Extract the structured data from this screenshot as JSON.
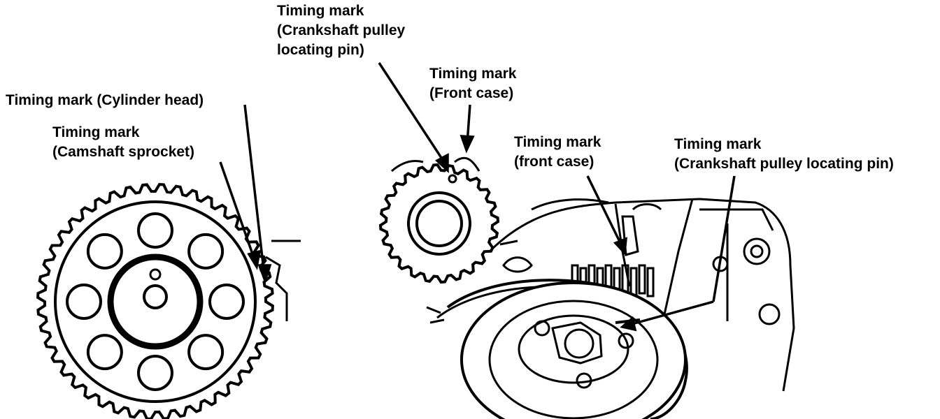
{
  "labels": {
    "cam_cylinder_head": "Timing mark (Cylinder head)",
    "cam_sprocket": [
      "Timing mark",
      "(Camshaft sprocket)"
    ],
    "crank_pulley_pin_small": [
      "Timing mark",
      "(Crankshaft pulley",
      "locating pin)"
    ],
    "front_case_small": [
      "Timing mark",
      "(Front case)"
    ],
    "front_case_large": [
      "Timing mark",
      "(front case)"
    ],
    "crank_pulley_pin_large": [
      "Timing mark",
      "(Crankshaft pulley locating pin)"
    ]
  },
  "colors": {
    "ink": "#000000",
    "paper": "#ffffff"
  }
}
